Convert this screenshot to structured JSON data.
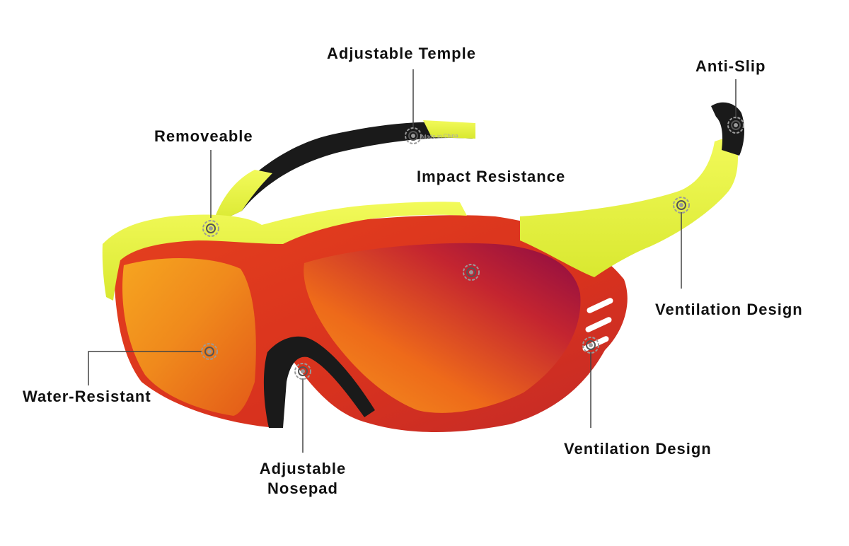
{
  "labels": {
    "adjustable_temple": "Adjustable Temple",
    "anti_slip": "Anti-Slip",
    "removeable": "Removeable",
    "impact_resistance": "Impact Resistance",
    "ventilation_design_upper": "Ventilation Design",
    "water_resistant": "Water-Resistant",
    "adjustable_nosepad_line1": "Adjustable",
    "adjustable_nosepad_line2": "Nosepad",
    "ventilation_design_lower": "Ventilation Design"
  },
  "temple_imprint": "Made in China",
  "colors": {
    "frame": "#e9f53a",
    "temple_grip": "#1a1a1a",
    "lens_warm": "#f28a1c",
    "lens_red": "#d9321e",
    "lens_magenta": "#8e0a3a",
    "callout_line": "#444444",
    "marker_ring": "#9a9a9a"
  }
}
